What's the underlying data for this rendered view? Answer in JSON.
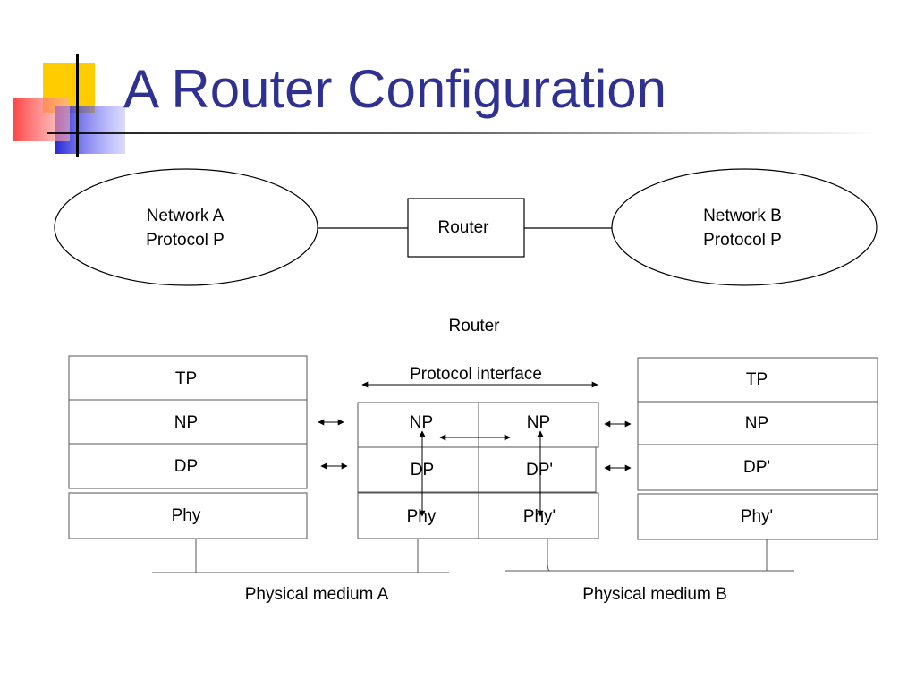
{
  "slide": {
    "title": "A Router Configuration"
  },
  "top": {
    "network_a": {
      "line1": "Network A",
      "line2": "Protocol P"
    },
    "router": "Router",
    "network_b": {
      "line1": "Network B",
      "line2": "Protocol P"
    }
  },
  "bottom": {
    "router_label": "Router",
    "protocol_interface": "Protocol interface",
    "left_stack": [
      "TP",
      "NP",
      "DP",
      "Phy"
    ],
    "router_left": [
      "NP",
      "DP",
      "Phy"
    ],
    "router_right": [
      "NP",
      "DP'",
      "Phy'"
    ],
    "right_stack": [
      "TP",
      "NP",
      "DP'",
      "Phy'"
    ],
    "medium_a": "Physical medium A",
    "medium_b": "Physical medium B"
  }
}
